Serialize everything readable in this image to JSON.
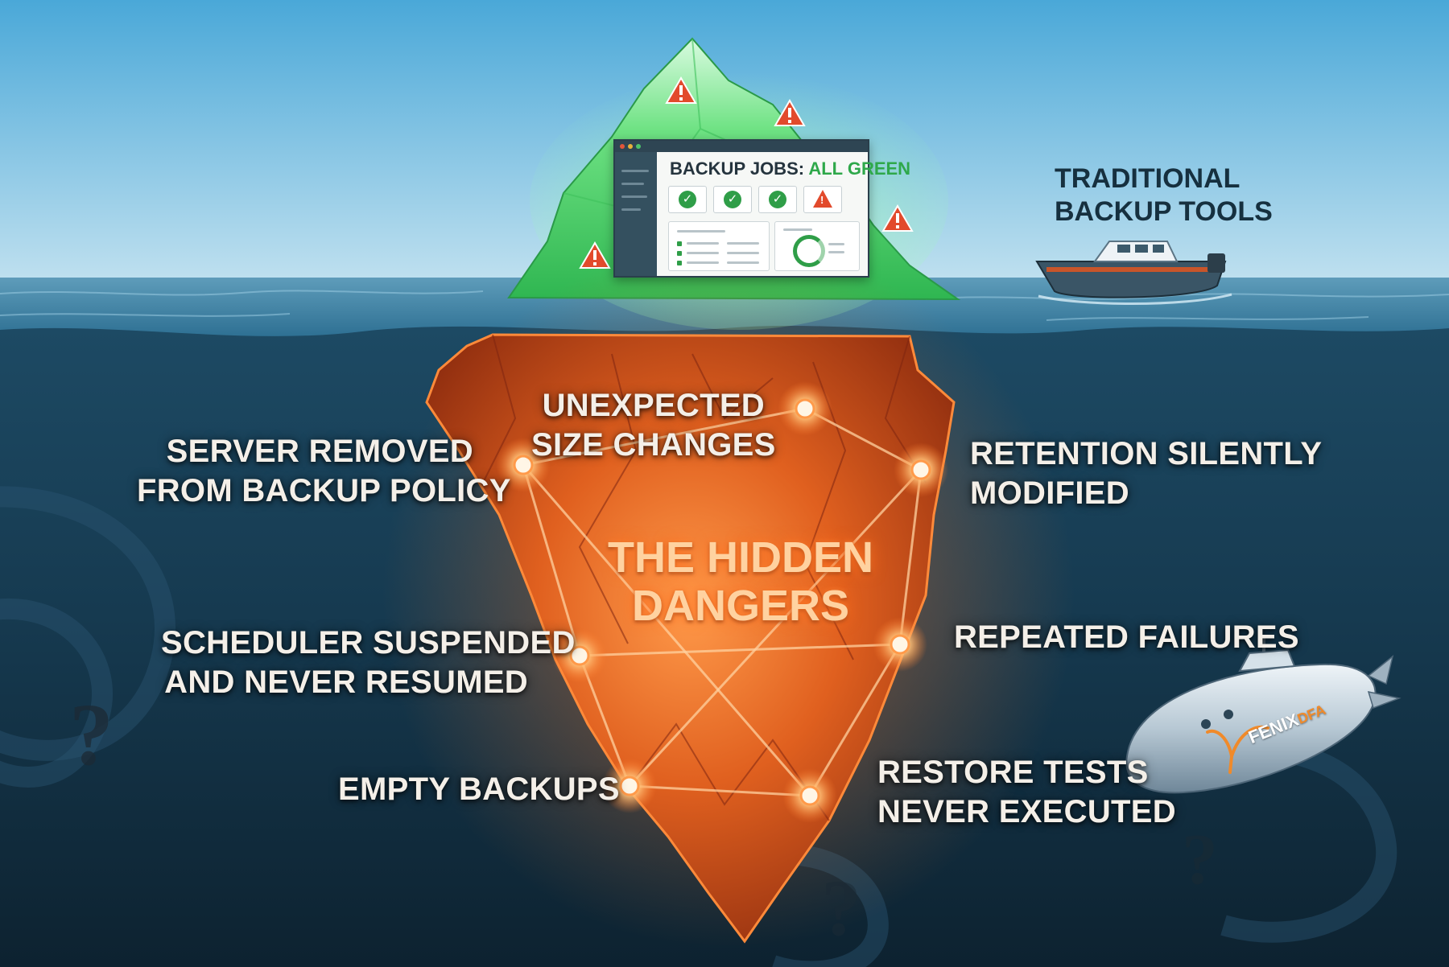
{
  "dashboard": {
    "title_prefix": "BACKUP JOBS: ",
    "title_status": "ALL GREEN",
    "tiles": [
      {
        "state": "ok",
        "icon": "check-icon"
      },
      {
        "state": "ok",
        "icon": "check-icon"
      },
      {
        "state": "ok",
        "icon": "check-icon"
      },
      {
        "state": "warning",
        "icon": "warning-icon"
      }
    ]
  },
  "surface": {
    "boat_label": [
      "TRADITIONAL",
      "BACKUP TOOLS"
    ]
  },
  "hidden": {
    "title": [
      "THE HIDDEN",
      "DANGERS"
    ],
    "dangers": {
      "unexpected_size": [
        "UNEXPECTED",
        "SIZE CHANGES"
      ],
      "server_removed": [
        "SERVER REMOVED",
        "FROM BACKUP POLICY"
      ],
      "retention": [
        "RETENTION SILENTLY",
        "MODIFIED"
      ],
      "scheduler": [
        "SCHEDULER SUSPENDED",
        "AND NEVER RESUMED"
      ],
      "repeated": [
        "REPEATED FAILURES"
      ],
      "empty": [
        "EMPTY BACKUPS"
      ],
      "restore": [
        "RESTORE TESTS",
        "NEVER EXECUTED"
      ]
    }
  },
  "submarine": {
    "brand_main": "FENIX",
    "brand_suffix": "DFA"
  },
  "decor": {
    "question_mark": "?"
  },
  "colors": {
    "sky_top": "#4aa8d8",
    "sky_bottom": "#bfe0ef",
    "deep_water": "#10293a",
    "iceberg_tip": "#4fd26a",
    "iceberg_hidden": "#c54a1a",
    "glow": "#ffcf8a",
    "status_green": "#2ea84a",
    "warning_red": "#e24a2c",
    "brand_orange": "#f08a2a"
  }
}
